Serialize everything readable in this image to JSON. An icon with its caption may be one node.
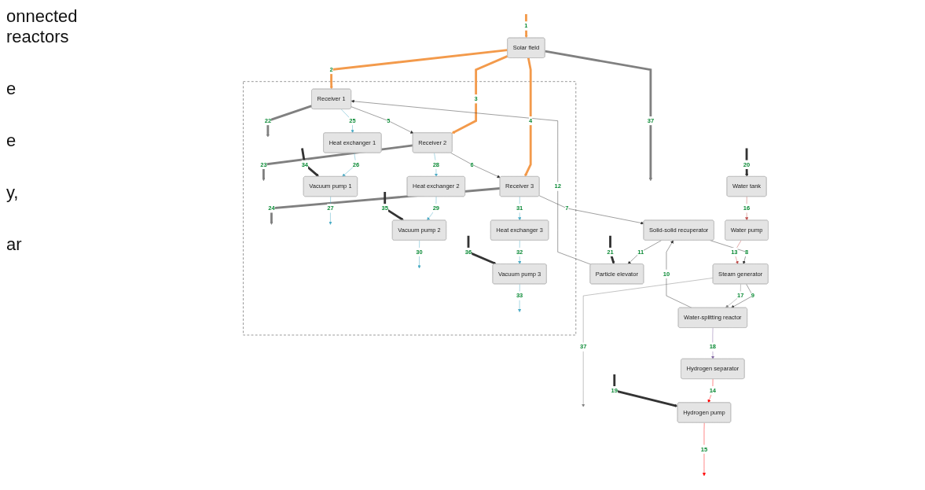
{
  "diagram": {
    "nodes": [
      {
        "text": [
          "Solar field"
        ]
      },
      {
        "text": [],
        "shape": "box"
      },
      {
        "text": [
          "Receiver 1"
        ],
        "in": 1
      },
      {
        "text": [
          "Receiver 2"
        ],
        "in": 1
      },
      {
        "text": [
          "Receiver 3"
        ],
        "in": 1
      },
      {
        "text": [
          "Heat exchanger 1"
        ],
        "in": 1
      },
      {
        "text": [
          "Heat exchanger 2"
        ],
        "in": 1
      },
      {
        "text": [
          "Heat exchanger 3"
        ],
        "in": 1
      },
      {
        "text": [
          "Vacuum pump 1"
        ],
        "in": 1
      },
      {
        "text": [
          "Vacuum pump 2"
        ],
        "in": 1
      },
      {
        "text": [
          "Vacuum pump 3"
        ],
        "in": 1
      },
      {
        "text": [
          "Particle elevator"
        ]
      },
      {
        "text": [
          "Solid-solid recuperator"
        ]
      },
      {
        "text": [
          "Steam generator"
        ]
      },
      {
        "text": [
          "Water-splitting reactor"
        ]
      },
      {
        "text": [
          "Hydrogen separator"
        ]
      },
      {
        "text": [
          "Hydrogen pump"
        ]
      },
      {
        "text": [
          "Water pump"
        ]
      },
      {
        "text": [
          "Water tank"
        ]
      }
    ],
    "edges": [
      {
        "from": null,
        "to": 0,
        "arrow": "to",
        "label": "1",
        "style": "thick",
        "color": "#f39a4b"
      },
      {
        "from": 0,
        "to": 2,
        "arrow": "to",
        "label": "2",
        "style": "thick",
        "color": "#f39a4b"
      },
      {
        "from": 0,
        "to": 3,
        "arrow": "to",
        "label": "3",
        "style": "thick",
        "color": "#f39a4b"
      },
      {
        "from": 0,
        "to": 4,
        "arrow": "to",
        "label": "4",
        "style": "thick",
        "color": "#f39a4b"
      },
      {
        "from": 2,
        "to": 3,
        "arrow": "to",
        "label": "5"
      },
      {
        "from": 3,
        "to": 4,
        "arrow": "to",
        "label": "6"
      },
      {
        "from": 4,
        "to": 12,
        "arrow": "to",
        "label": "7"
      },
      {
        "from": 12,
        "to": 13,
        "arrow": "to",
        "label": "8"
      },
      {
        "from": 13,
        "to": 14,
        "arrow": "to",
        "label": "9"
      },
      {
        "from": 14,
        "to": 12,
        "arrow": "to",
        "label": "10"
      },
      {
        "from": 12,
        "to": 11,
        "arrow": "to",
        "label": "11"
      },
      {
        "from": 11,
        "to": 2,
        "arrow": "to",
        "label": "12"
      },
      {
        "from": 17,
        "to": 13,
        "arrow": "to",
        "label": "13",
        "color": "#c0504d"
      },
      {
        "from": 15,
        "to": 16,
        "arrow": "to",
        "label": "14",
        "color": "#ff0000"
      },
      {
        "from": 16,
        "to": null,
        "arrow": "to",
        "label": "15",
        "color": "#ff0000"
      },
      {
        "from": 18,
        "to": 17,
        "arrow": "to",
        "label": "16",
        "color": "#c0504d"
      },
      {
        "from": 13,
        "to": 14,
        "arrow": "to",
        "label": "17",
        "color": "#808080"
      },
      {
        "from": 14,
        "to": 15,
        "arrow": "to",
        "label": "18",
        "color": "#8064a2"
      },
      {
        "from": null,
        "to": 16,
        "arrow": "to",
        "label": "19",
        "style": "thick"
      },
      {
        "from": null,
        "to": 18,
        "arrow": "to",
        "label": "20",
        "style": "thick"
      },
      {
        "from": null,
        "to": 11,
        "arrow": "to",
        "label": "21",
        "style": "thick"
      },
      {
        "from": 2,
        "to": null,
        "arrow": "to",
        "label": "22",
        "style": "thick",
        "color": "#808080"
      },
      {
        "from": 3,
        "to": null,
        "arrow": "to",
        "label": "23",
        "style": "thick",
        "color": "#808080"
      },
      {
        "from": 4,
        "to": null,
        "arrow": "to",
        "label": "24",
        "style": "thick",
        "color": "#808080"
      },
      {
        "from": 2,
        "to": 5,
        "arrow": "to",
        "label": "25",
        "color": "#4bacc6"
      },
      {
        "from": 5,
        "to": 8,
        "arrow": "to",
        "label": "26",
        "color": "#4bacc6"
      },
      {
        "from": 8,
        "to": null,
        "arrow": "to",
        "label": "27",
        "color": "#4bacc6"
      },
      {
        "from": 3,
        "to": 6,
        "arrow": "to",
        "label": "28",
        "color": "#4bacc6"
      },
      {
        "from": 6,
        "to": 9,
        "arrow": "to",
        "label": "29",
        "color": "#4bacc6"
      },
      {
        "from": 9,
        "to": null,
        "arrow": "to",
        "label": "30",
        "color": "#4bacc6"
      },
      {
        "from": 4,
        "to": 7,
        "arrow": "to",
        "label": "31",
        "color": "#4bacc6"
      },
      {
        "from": 7,
        "to": 10,
        "arrow": "to",
        "label": "32",
        "color": "#4bacc6"
      },
      {
        "from": 10,
        "to": null,
        "arrow": "to",
        "label": "33",
        "color": "#4bacc6"
      },
      {
        "from": null,
        "to": 8,
        "arrow": "to",
        "label": "34",
        "style": "thick"
      },
      {
        "from": null,
        "to": 9,
        "arrow": "to",
        "label": "35",
        "style": "thick"
      },
      {
        "from": null,
        "to": 10,
        "arrow": "to",
        "label": "36",
        "style": "thick"
      },
      {
        "from": 0,
        "to": null,
        "arrow": "to",
        "label": "37",
        "style": "thick",
        "color": "#808080"
      },
      {
        "from": 13,
        "to": null,
        "arrow": "to",
        "label": "37",
        "color": "#808080"
      }
    ],
    "labels": [
      "onnected reactors",
      "e",
      "e",
      "y,",
      "ar"
    ]
  }
}
